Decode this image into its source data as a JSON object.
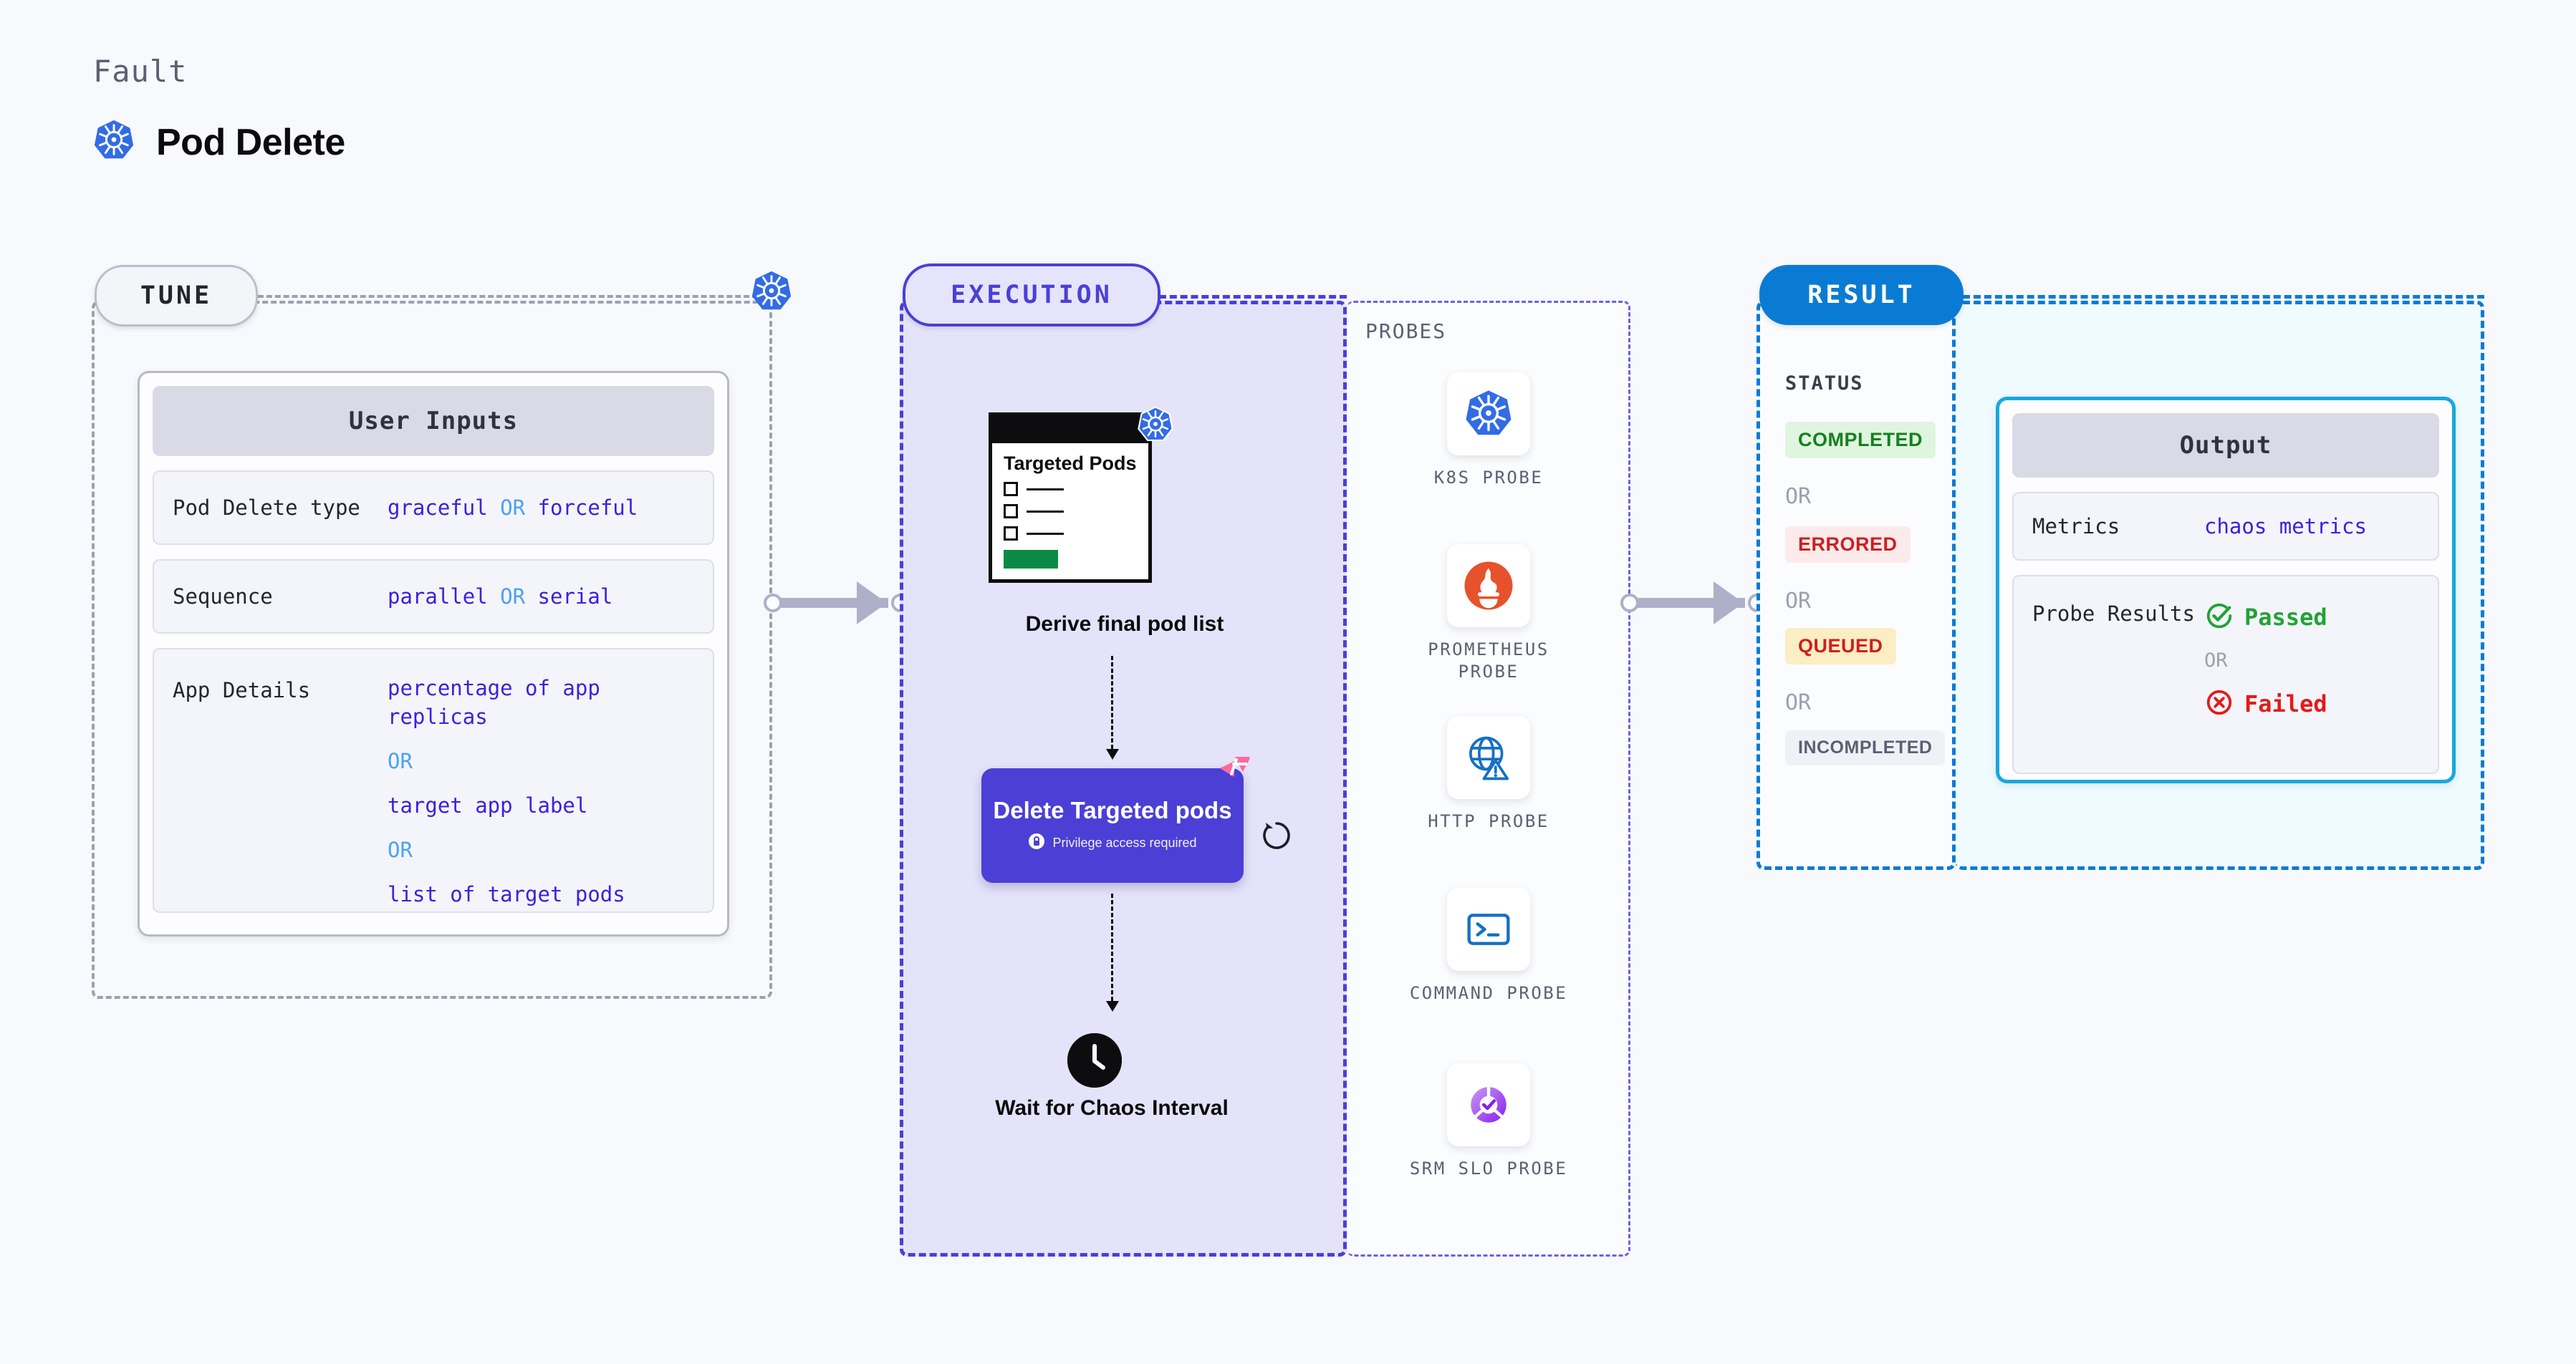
{
  "header": {
    "eyebrow": "Fault",
    "title": "Pod Delete",
    "icon": "kubernetes-icon"
  },
  "tune": {
    "pill_label": "TUNE",
    "badge_icon": "kubernetes-icon",
    "card_title": "User Inputs",
    "rows": [
      {
        "key": "Pod Delete type",
        "values": [
          "graceful",
          "forceful"
        ],
        "separator": "OR"
      },
      {
        "key": "Sequence",
        "values": [
          "parallel",
          "serial"
        ],
        "separator": "OR"
      },
      {
        "key": "App Details",
        "values": [
          "percentage of app replicas",
          "target app label",
          "list of target pods"
        ],
        "separator": "OR"
      }
    ]
  },
  "execution": {
    "pill_label": "EXECUTION",
    "pod_card": {
      "title": "Targeted Pods",
      "badge_icon": "kubernetes-icon",
      "checkbox_count": 3
    },
    "step1_caption": "Derive final pod list",
    "delete_node": {
      "title": "Delete Targeted pods",
      "privilege_text": "Privilege access required",
      "lock_icon": "lock-icon",
      "chaos_icon": "harness-chaos-icon",
      "retry_icon": "retry-loop-icon"
    },
    "step3_caption": "Wait for Chaos Interval",
    "clock_icon": "clock-icon"
  },
  "probes": {
    "label": "PROBES",
    "items": [
      {
        "name": "K8S PROBE",
        "icon": "kubernetes-icon"
      },
      {
        "name": "PROMETHEUS PROBE",
        "icon": "prometheus-icon"
      },
      {
        "name": "HTTP PROBE",
        "icon": "globe-warning-icon"
      },
      {
        "name": "COMMAND PROBE",
        "icon": "terminal-icon"
      },
      {
        "name": "SRM SLO PROBE",
        "icon": "slo-donut-check-icon"
      }
    ]
  },
  "result": {
    "pill_label": "RESULT",
    "status_label": "STATUS",
    "separator": "OR",
    "statuses": [
      {
        "label": "COMPLETED",
        "color": "#15801f",
        "bg": "#dff5df"
      },
      {
        "label": "ERRORED",
        "color": "#cc2020",
        "bg": "#fdeaea"
      },
      {
        "label": "QUEUED",
        "color": "#cc2020",
        "bg": "#fbedc4"
      },
      {
        "label": "INCOMPLETED",
        "color": "#5b6072",
        "bg": "#f0f1f6"
      }
    ]
  },
  "output": {
    "card_title": "Output",
    "metrics_key": "Metrics",
    "metrics_value": "chaos metrics",
    "probe_results_key": "Probe Results",
    "separator": "OR",
    "passed_label": "Passed",
    "passed_icon": "check-circle-icon",
    "failed_label": "Failed",
    "failed_icon": "x-circle-icon"
  },
  "colors": {
    "accent_purple": "#4b3fd6",
    "accent_blue": "#0a7bd4",
    "k8s_blue": "#326ce5",
    "chaos_pink": "#fd6a9e",
    "green": "#15801f",
    "red": "#cc2020",
    "background": "#f8f9fc"
  }
}
